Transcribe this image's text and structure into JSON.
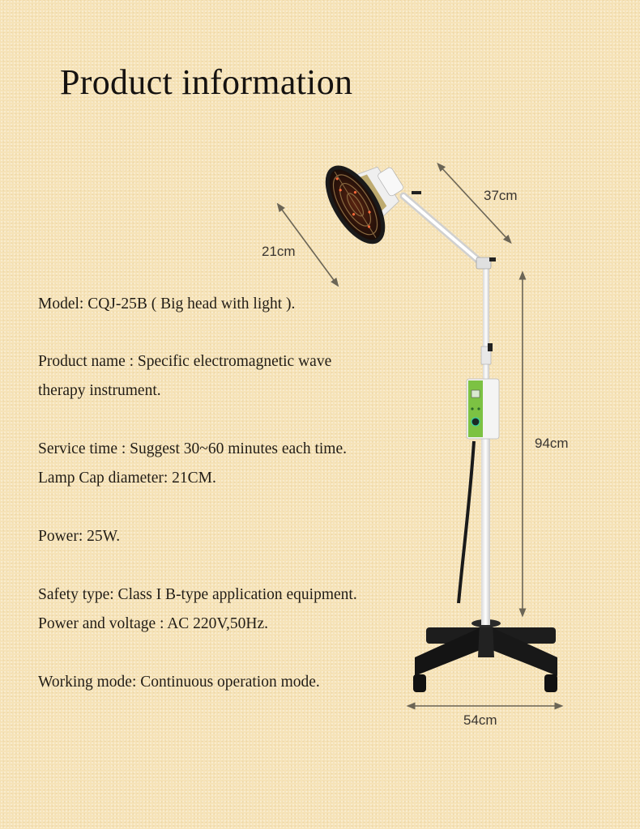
{
  "page": {
    "title": "Product information"
  },
  "specs": [
    {
      "id": "model",
      "text": "Model: CQJ-25B ( Big head with light )."
    },
    {
      "id": "product-name-1",
      "text": "Product name : Specific electromagnetic wave"
    },
    {
      "id": "product-name-2",
      "text": "therapy  instrument."
    },
    {
      "id": "service-time",
      "text": "Service time : Suggest 30~60 minutes each time."
    },
    {
      "id": "lamp-cap",
      "text": "Lamp Cap diameter: 21CM."
    },
    {
      "id": "power",
      "text": "Power: 25W."
    },
    {
      "id": "safety",
      "text": "Safety type: Class I B-type application equipment."
    },
    {
      "id": "voltage",
      "text": "Power and voltage : AC 220V,50Hz."
    },
    {
      "id": "working-mode",
      "text": "Working mode: Continuous operation mode."
    }
  ],
  "dimensions": {
    "head_diameter": "21cm",
    "arm_length": "37cm",
    "height": "94cm",
    "base_width": "54cm"
  },
  "colors": {
    "background": "#f6e3b8",
    "text": "#221d16",
    "dimension_line": "#6b6556",
    "panel_green": "#7cc243",
    "base_black": "#141414"
  }
}
